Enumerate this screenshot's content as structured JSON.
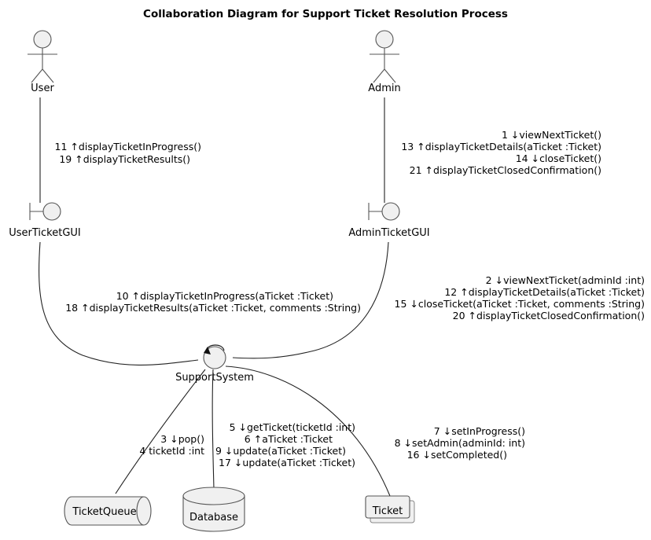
{
  "title": "Collaboration Diagram for Support Ticket Resolution Process",
  "nodes": {
    "user": {
      "label": "User",
      "type": "actor"
    },
    "admin": {
      "label": "Admin",
      "type": "actor"
    },
    "user_gui": {
      "label": "UserTicketGUI",
      "type": "interface"
    },
    "admin_gui": {
      "label": "AdminTicketGUI",
      "type": "interface"
    },
    "support_system": {
      "label": "SupportSystem",
      "type": "control"
    },
    "ticket_queue": {
      "label": "TicketQueue",
      "type": "queue"
    },
    "database": {
      "label": "Database",
      "type": "database"
    },
    "ticket": {
      "label": "Ticket",
      "type": "object"
    }
  },
  "message_groups": {
    "user_to_gui": [
      {
        "num": "11",
        "arrow": "↑",
        "text": "displayTicketInProgress()"
      },
      {
        "num": "19",
        "arrow": "↑",
        "text": "displayTicketResults()"
      }
    ],
    "admin_to_gui": [
      {
        "num": "1",
        "arrow": "↓",
        "text": "viewNextTicket()"
      },
      {
        "num": "13",
        "arrow": "↑",
        "text": "displayTicketDetails(aTicket :Ticket)"
      },
      {
        "num": "14",
        "arrow": "↓",
        "text": "closeTicket()"
      },
      {
        "num": "21",
        "arrow": "↑",
        "text": "displayTicketClosedConfirmation()"
      }
    ],
    "usergui_to_system": [
      {
        "num": "10",
        "arrow": "↑",
        "text": "displayTicketInProgress(aTicket :Ticket)"
      },
      {
        "num": "18",
        "arrow": "↑",
        "text": "displayTicketResults(aTicket :Ticket, comments :String)"
      }
    ],
    "admingui_to_system": [
      {
        "num": "2",
        "arrow": "↓",
        "text": "viewNextTicket(adminId :int)"
      },
      {
        "num": "12",
        "arrow": "↑",
        "text": "displayTicketDetails(aTicket :Ticket)"
      },
      {
        "num": "15",
        "arrow": "↓",
        "text": "closeTicket(aTicket :Ticket, comments :String)"
      },
      {
        "num": "20",
        "arrow": "↑",
        "text": "displayTicketClosedConfirmation()"
      }
    ],
    "system_to_queue": [
      {
        "num": "3",
        "arrow": "↓",
        "text": "pop()"
      },
      {
        "num": "4",
        "arrow": "",
        "text": "ticketId :int"
      }
    ],
    "system_to_database": [
      {
        "num": "5",
        "arrow": "↓",
        "text": "getTicket(ticketId :int)"
      },
      {
        "num": "6",
        "arrow": "↑",
        "text": "aTicket :Ticket"
      },
      {
        "num": "9",
        "arrow": "↓",
        "text": "update(aTicket :Ticket)"
      },
      {
        "num": "17",
        "arrow": "↓",
        "text": "update(aTicket :Ticket)"
      }
    ],
    "system_to_ticket": [
      {
        "num": "7",
        "arrow": "↓",
        "text": "setInProgress()"
      },
      {
        "num": "8",
        "arrow": "↓",
        "text": "setAdmin(adminId: int)"
      },
      {
        "num": "16",
        "arrow": "↓",
        "text": "setCompleted()"
      }
    ]
  },
  "colors": {
    "shape_fill": "#f0f0f0",
    "shape_stroke": "#555555",
    "line": "#222222",
    "text": "#000000",
    "background": "#ffffff"
  }
}
